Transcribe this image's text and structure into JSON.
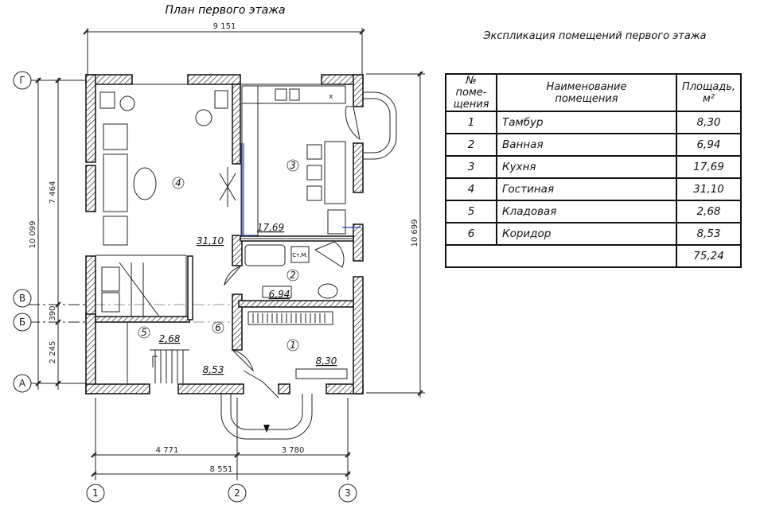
{
  "plan": {
    "title": "План первого этажа",
    "dims": {
      "top_total": "9 151",
      "bottom_segment_1": "4 771",
      "bottom_segment_2": "3 780",
      "bottom_total": "8 551",
      "left_total": "10 099",
      "left_upper": "7 464",
      "left_mid": "390",
      "left_lower": "2 245",
      "right_total": "10 699"
    },
    "axes": {
      "rows": [
        "Г",
        "В",
        "Б",
        "А"
      ],
      "cols": [
        "1",
        "2",
        "3"
      ]
    },
    "rooms": [
      {
        "num": "1",
        "area": "8,30"
      },
      {
        "num": "2",
        "area": "6,94"
      },
      {
        "num": "3",
        "area": "17,69"
      },
      {
        "num": "4",
        "area": "31,10"
      },
      {
        "num": "5",
        "area": "2,68"
      },
      {
        "num": "6",
        "area": "8,53"
      }
    ],
    "fixture_label": "Ст.М."
  },
  "explication": {
    "title": "Экспликация помещений первого этажа",
    "headers": {
      "num": [
        "№ поме-",
        "щения"
      ],
      "name": [
        "Наименование",
        "помещения"
      ],
      "area": [
        "Площадь,",
        "м²"
      ]
    },
    "rows": [
      {
        "num": "1",
        "name": "Тамбур",
        "area": "8,30"
      },
      {
        "num": "2",
        "name": "Ванная",
        "area": "6,94"
      },
      {
        "num": "3",
        "name": "Кухня",
        "area": "17,69"
      },
      {
        "num": "4",
        "name": "Гостиная",
        "area": "31,10"
      },
      {
        "num": "5",
        "name": "Кладовая",
        "area": "2,68"
      },
      {
        "num": "6",
        "name": "Коридор",
        "area": "8,53"
      }
    ],
    "total": "75,24"
  }
}
